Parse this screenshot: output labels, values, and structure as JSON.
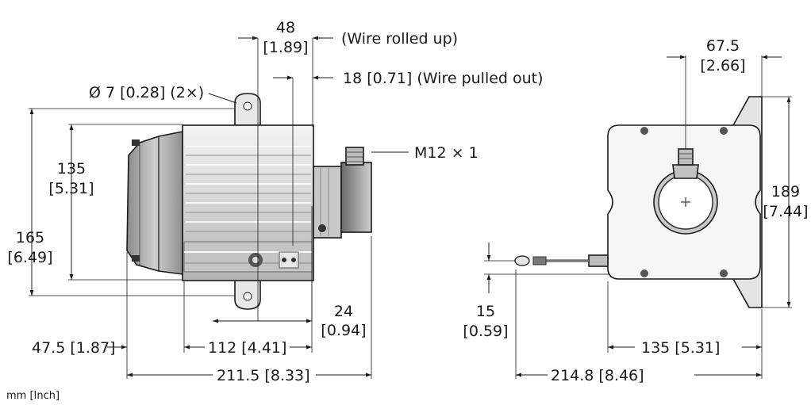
{
  "units_note": "mm [Inch]",
  "labels": {
    "d48_mm": "48",
    "d48_in": "[1.89]",
    "wire_rolled": "(Wire rolled up)",
    "d18": "18 [0.71] (Wire pulled out)",
    "hole": "Ø 7 [0.28] (2×)",
    "m12": "M12 × 1",
    "d135_mm": "135",
    "d135_in": "[5.31]",
    "d165_mm": "165",
    "d165_in": "[6.49]",
    "d24_mm": "24",
    "d24_in": "[0.94]",
    "d47": "47.5 [1.87]",
    "d112": "112 [4.41]",
    "d2115": "211.5 [8.33]",
    "d675_mm": "67.5",
    "d675_in": "[2.66]",
    "d189_mm": "189",
    "d189_in": "[7.44]",
    "d15_mm": "15",
    "d15_in": "[0.59]",
    "d135b": "135 [5.31]",
    "d2148": "214.8 [8.46]"
  }
}
